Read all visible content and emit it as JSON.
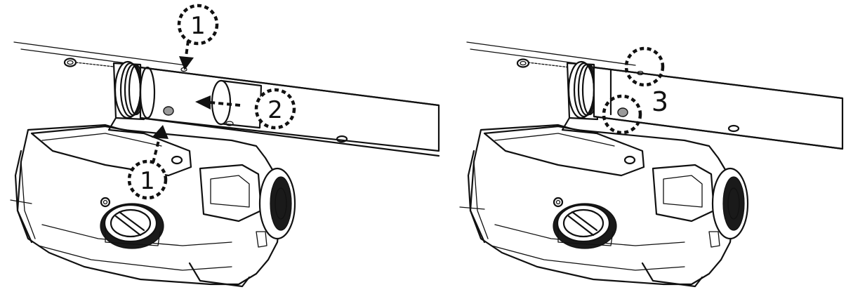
{
  "figure": {
    "left_panel": {
      "callouts": [
        {
          "id": "top-step-1",
          "label": "1"
        },
        {
          "id": "side-step-2",
          "label": "2"
        },
        {
          "id": "bottom-step-1",
          "label": "1"
        }
      ]
    },
    "right_panel": {
      "step_label": "3",
      "callouts": [
        {
          "id": "upper-pin-ring",
          "label": ""
        },
        {
          "id": "lower-pin-ring",
          "label": ""
        }
      ]
    },
    "colors": {
      "ink": "#111111",
      "paper": "#ffffff",
      "pin": "#9a9a9a"
    }
  }
}
